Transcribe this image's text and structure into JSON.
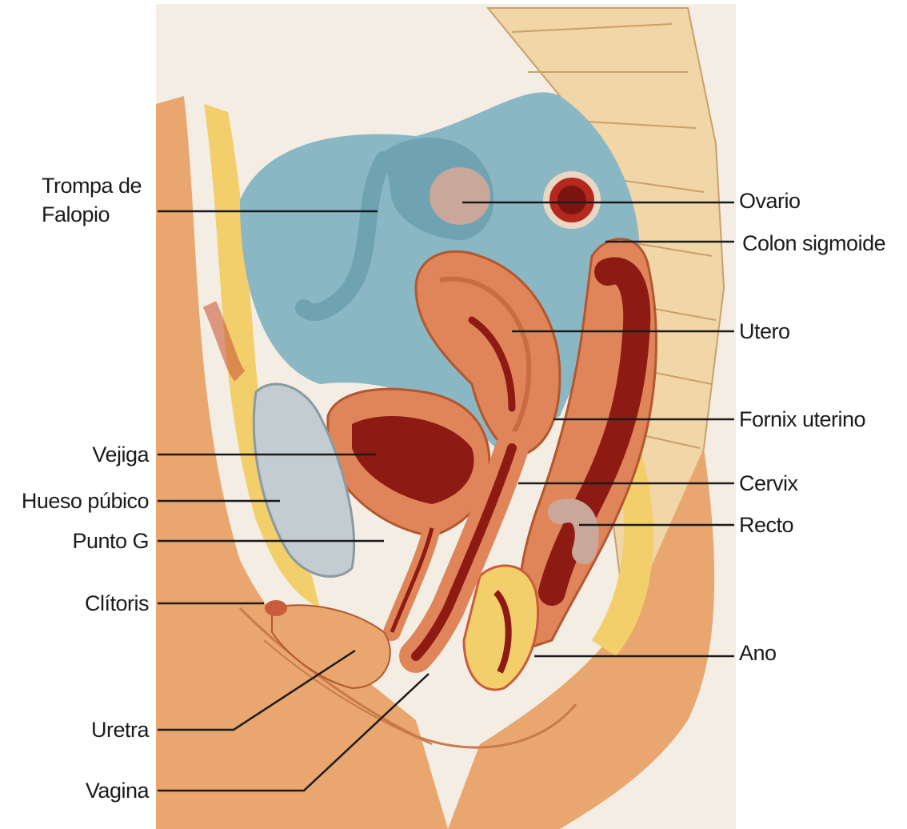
{
  "diagram": {
    "labels_left": [
      {
        "id": "trompa",
        "text_lines": [
          "Trompa de",
          "Falopio"
        ]
      },
      {
        "id": "vejiga",
        "text": "Vejiga"
      },
      {
        "id": "hueso",
        "text": "Hueso púbico"
      },
      {
        "id": "puntog",
        "text": "Punto G"
      },
      {
        "id": "clitoris",
        "text": "Clítoris"
      },
      {
        "id": "uretra",
        "text": "Uretra"
      },
      {
        "id": "vagina",
        "text": "Vagina"
      }
    ],
    "labels_right": [
      {
        "id": "ovario",
        "text": "Ovario"
      },
      {
        "id": "colon",
        "text": "Colon sigmoide"
      },
      {
        "id": "utero",
        "text": "Utero"
      },
      {
        "id": "fornix",
        "text": "Fornix uterino"
      },
      {
        "id": "cervix",
        "text": "Cervix"
      },
      {
        "id": "recto",
        "text": "Recto"
      },
      {
        "id": "ano",
        "text": "Ano"
      }
    ],
    "colors": {
      "background": "#f3ede4",
      "skin": "#e9a66e",
      "fat": "#f2cf6a",
      "peritoneum": "#8ab7c4",
      "organ_wall": "#e0855a",
      "organ_inner": "#8e1a14",
      "bone": "#c3ccd0",
      "spine": "#f1d6a8",
      "leader": "#1b1b1b"
    }
  }
}
